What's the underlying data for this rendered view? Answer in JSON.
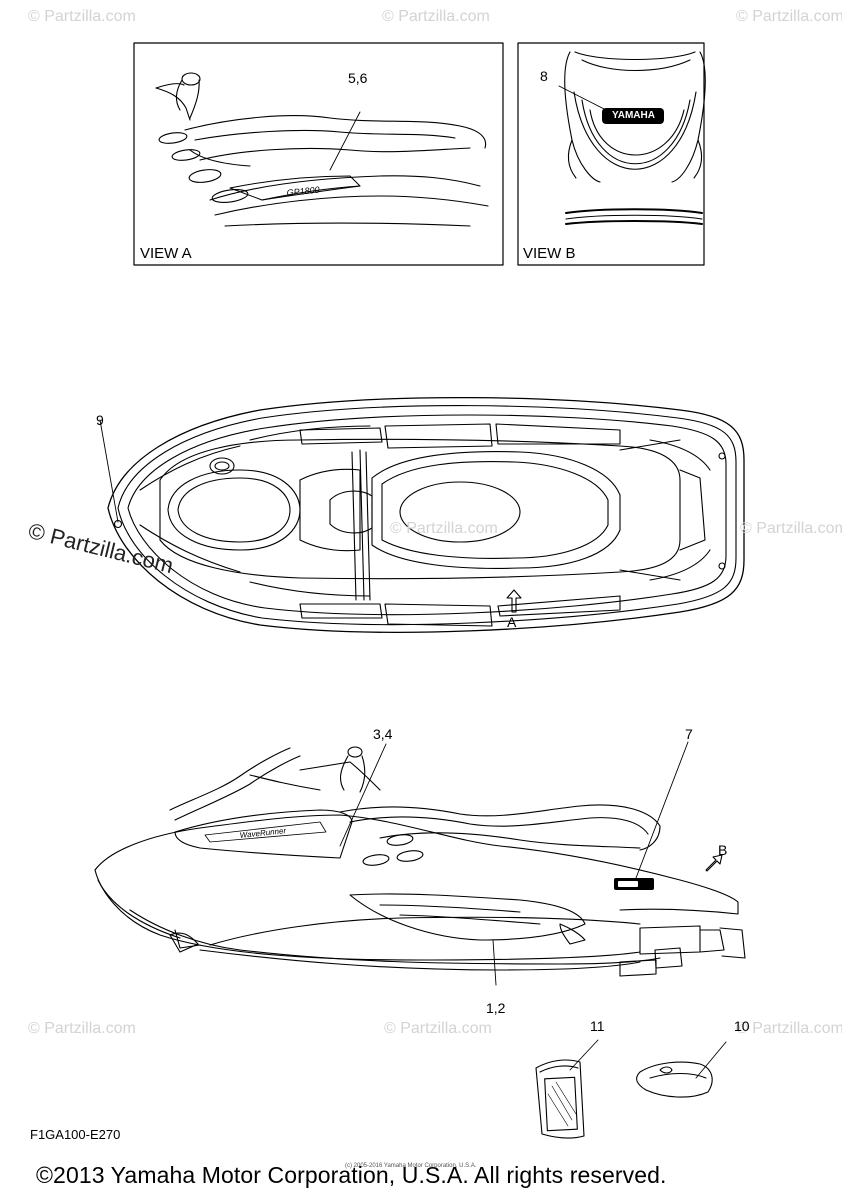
{
  "views": {
    "view_a_label": "VIEW A",
    "view_b_label": "VIEW B"
  },
  "callouts": {
    "c_5_6": "5,6",
    "c_8": "8",
    "c_9": "9",
    "c_a": "A",
    "c_3_4": "3,4",
    "c_7": "7",
    "c_b": "B",
    "c_1_2": "1,2",
    "c_11": "11",
    "c_10": "10"
  },
  "badges": {
    "yamaha": "YAMAHA"
  },
  "diagram_code": "F1GA100-E270",
  "watermark": {
    "text": "© Partzilla.com",
    "center_text": "© Partzilla.com"
  },
  "fine_print": "(c) 2005-2016 Yamaha Motor Corporation, U.S.A.",
  "copyright": "©2013 Yamaha Motor Corporation, U.S.A. All rights reserved."
}
